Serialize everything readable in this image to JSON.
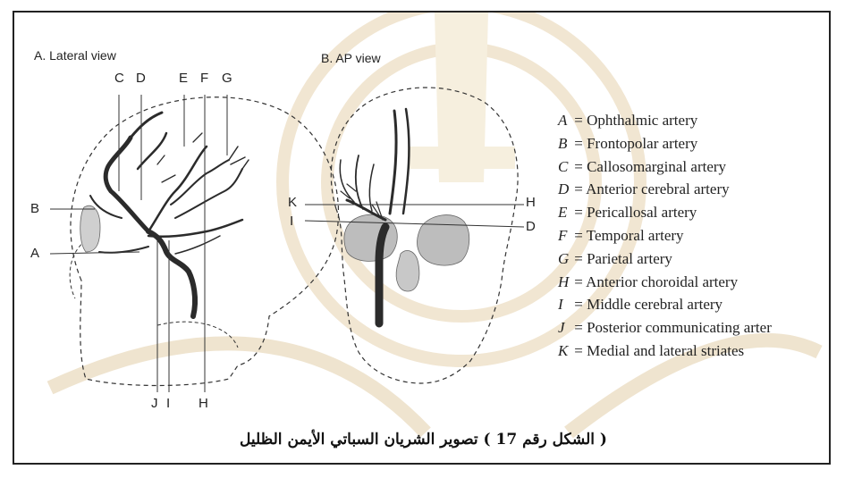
{
  "lateral_view": {
    "title": "A. Lateral view",
    "top_labels": [
      "C",
      "D",
      "E",
      "F",
      "G"
    ],
    "left_labels": [
      "B",
      "A"
    ],
    "bottom_labels": [
      "J",
      "I",
      "H"
    ]
  },
  "ap_view": {
    "title": "B. AP view",
    "left_labels": [
      "K",
      "I"
    ],
    "right_labels": [
      "H",
      "D"
    ]
  },
  "legend": [
    {
      "key": "A",
      "text": "= Ophthalmic artery"
    },
    {
      "key": "B",
      "text": "= Frontopolar artery"
    },
    {
      "key": "C",
      "text": "= Callosomarginal artery"
    },
    {
      "key": "D",
      "text": "= Anterior cerebral artery"
    },
    {
      "key": "E",
      "text": "= Pericallosal artery"
    },
    {
      "key": "F",
      "text": "= Temporal artery"
    },
    {
      "key": "G",
      "text": "= Parietal artery"
    },
    {
      "key": "H",
      "text": "= Anterior choroidal artery"
    },
    {
      "key": "I",
      "text": "= Middle cerebral artery"
    },
    {
      "key": "J",
      "text": "= Posterior communicating arter"
    },
    {
      "key": "K",
      "text": "= Medial and lateral striates"
    }
  ],
  "caption": "( الشكل رقم 17 )   تصوير الشريان السباتي الأيمن الظليل",
  "colors": {
    "watermark": "#f3ead9",
    "ink": "#222222",
    "artery": "#2b2b2b"
  }
}
